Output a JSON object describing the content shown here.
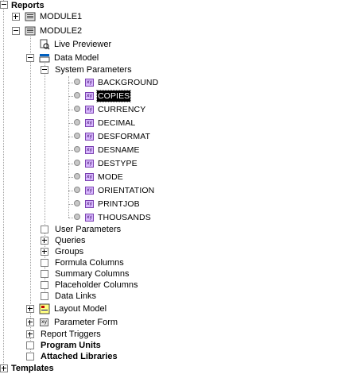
{
  "tree": {
    "root": "Reports",
    "module1": "MODULE1",
    "module2": "MODULE2",
    "live_previewer": "Live Previewer",
    "data_model": "Data Model",
    "system_parameters": "System Parameters",
    "params": [
      "BACKGROUND",
      "COPIES",
      "CURRENCY",
      "DECIMAL",
      "DESFORMAT",
      "DESNAME",
      "DESTYPE",
      "MODE",
      "ORIENTATION",
      "PRINTJOB",
      "THOUSANDS"
    ],
    "selected_param": "COPIES",
    "user_parameters": "User Parameters",
    "queries": "Queries",
    "groups": "Groups",
    "formula_columns": "Formula Columns",
    "summary_columns": "Summary Columns",
    "placeholder_columns": "Placeholder Columns",
    "data_links": "Data Links",
    "layout_model": "Layout Model",
    "parameter_form": "Parameter Form",
    "report_triggers": "Report Triggers",
    "program_units": "Program Units",
    "attached_libraries": "Attached Libraries",
    "templates_partial": "Templates"
  },
  "icons": {
    "module": "report-module-icon",
    "previewer": "live-previewer-icon",
    "data_model": "data-model-icon",
    "param": "parameter-xy-icon",
    "layout": "layout-model-icon",
    "param_form": "parameter-form-icon"
  },
  "colors": {
    "selection_bg": "#000000",
    "selection_fg": "#ffffff",
    "param_icon": "#d9b8ff"
  }
}
